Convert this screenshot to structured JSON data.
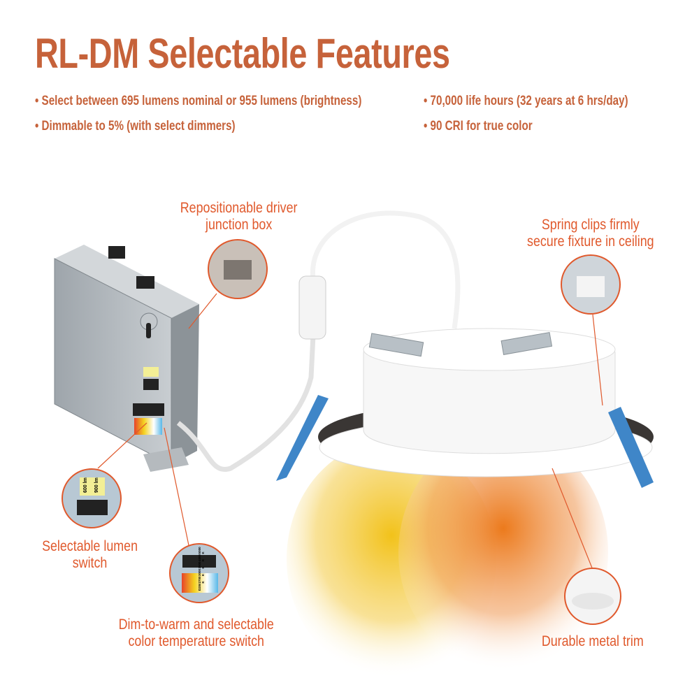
{
  "header": {
    "title": "RL-DM Selectable Features"
  },
  "features": [
    "Select between 695 lumens nominal or 955 lumens (brightness)",
    "70,000 life hours (32 years at 6 hrs/day)",
    "Dimmable to 5% (with select dimmers)",
    "90 CRI for true color"
  ],
  "callouts": {
    "junction_box": [
      "Repositionable driver",
      "junction box"
    ],
    "spring_clips": [
      "Spring clips firmly",
      "secure fixture in ceiling"
    ],
    "lumen_switch": [
      "Selectable lumen",
      "switch"
    ],
    "color_switch": [
      "Dim-to-warm and selectable",
      "color temperature switch"
    ],
    "trim": [
      "Durable metal trim"
    ]
  },
  "switch_labels": {
    "lumen": [
      "600 lm",
      "900 lm"
    ],
    "color": [
      "D2W",
      "2700 K",
      "3000 K",
      "3500 K",
      "4000 K",
      "5000 K"
    ]
  },
  "colors": {
    "title": "#c6623a",
    "callout": "#e0592c",
    "glow_yellow": "#f2c21a",
    "glow_orange": "#ec7a1c"
  }
}
